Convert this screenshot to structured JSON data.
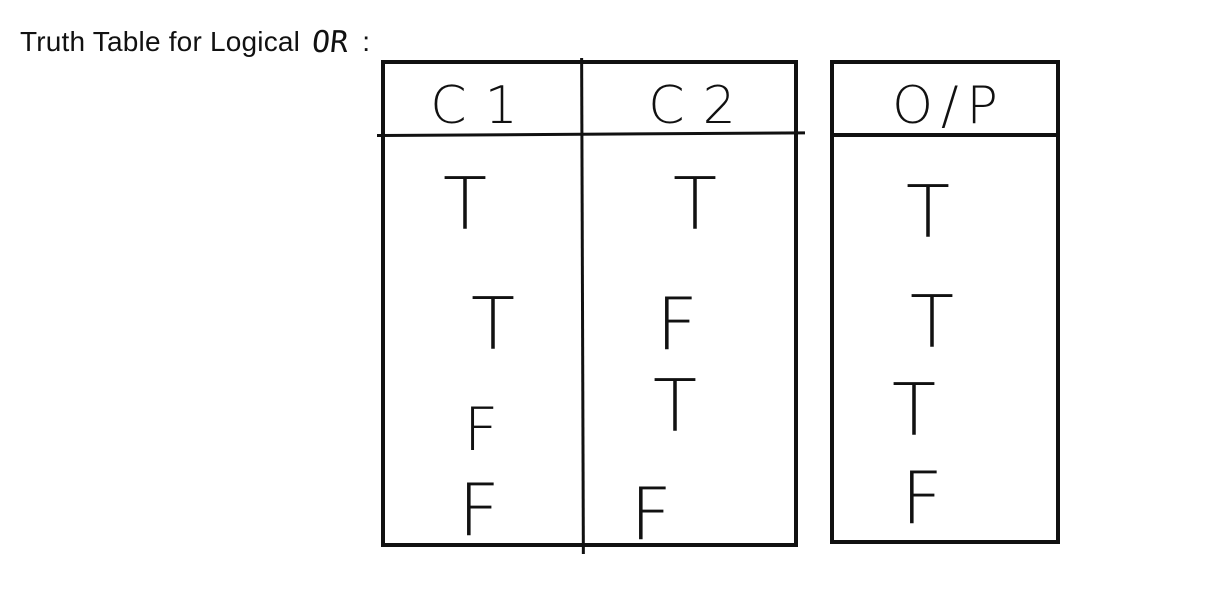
{
  "title": {
    "text": "Truth Table for Logical",
    "handwritten_word": "OR",
    "colon": ":"
  },
  "inputs_table": {
    "headers": [
      "C1",
      "C2"
    ],
    "rows": [
      [
        "T",
        "T"
      ],
      [
        "T",
        "F"
      ],
      [
        "F",
        "T"
      ],
      [
        "F",
        "F"
      ]
    ]
  },
  "output_table": {
    "header": "O/P",
    "rows": [
      "T",
      "T",
      "T",
      "F"
    ]
  }
}
